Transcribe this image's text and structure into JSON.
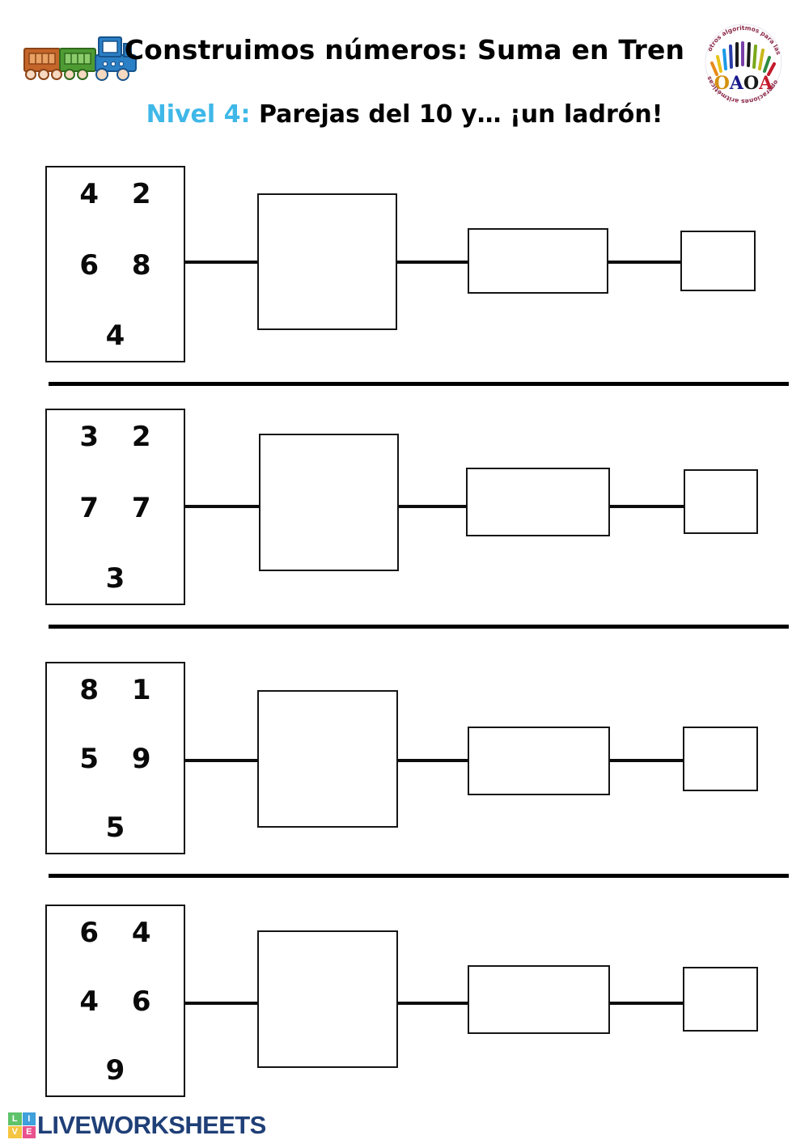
{
  "header": {
    "title": "Construimos números: Suma en Tren",
    "subtitle_level": "Nivel 4:",
    "subtitle_rest": " Parejas del 10 y… ¡un ladrón!",
    "level_color": "#3FB8E8",
    "train_icon": "train-icon",
    "logo": {
      "name": "oaoa-logo",
      "center_text": "OAOA",
      "ring_text": "otros algoritmos para las operaciones aritméticas"
    }
  },
  "exercises": [
    {
      "index": 1,
      "numbers": {
        "top": [
          "4",
          "2"
        ],
        "middle": [
          "6",
          "8"
        ],
        "bottom": [
          "4"
        ]
      },
      "answer_boxes": [
        "",
        "",
        ""
      ]
    },
    {
      "index": 2,
      "numbers": {
        "top": [
          "3",
          "2"
        ],
        "middle": [
          "7",
          "7"
        ],
        "bottom": [
          "3"
        ]
      },
      "answer_boxes": [
        "",
        "",
        ""
      ]
    },
    {
      "index": 3,
      "numbers": {
        "top": [
          "8",
          "1"
        ],
        "middle": [
          "5",
          "9"
        ],
        "bottom": [
          "5"
        ]
      },
      "answer_boxes": [
        "",
        "",
        ""
      ]
    },
    {
      "index": 4,
      "numbers": {
        "top": [
          "6",
          "4"
        ],
        "middle": [
          "4",
          "6"
        ],
        "bottom": [
          "9"
        ]
      },
      "answer_boxes": [
        "",
        "",
        ""
      ]
    }
  ],
  "footer": {
    "brand": "LIVEWORKSHEETS",
    "mark_letters": [
      "L",
      "I",
      "V",
      "E"
    ],
    "brand_color": "#1F3F77"
  }
}
